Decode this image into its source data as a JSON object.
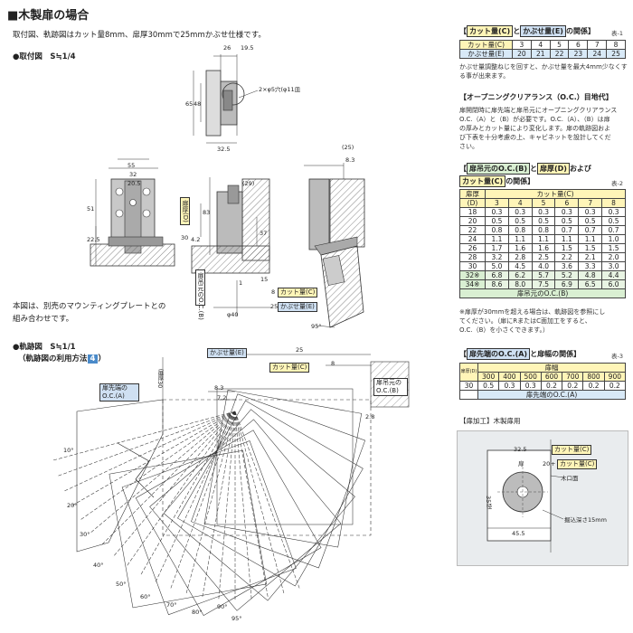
{
  "title": "■木製扉の場合",
  "description": "取付図、軌跡図はカット量8mm、扉厚30mmで25mmかぶせ仕様です。",
  "mount_heading": "●取付図　S≒1/4",
  "trajectory_heading": "●軌跡図　S≒1/1",
  "trajectory_sub": "（軌跡図の利用方法",
  "trajectory_badge": "4",
  "trajectory_close": "）",
  "mount_note_1": "本図は、別売のマウンティングプレートとの",
  "mount_note_2": "組み合わせです。",
  "labels": {
    "cut": "カット量(C)",
    "overlay": "かぶせ量(E)",
    "door_thickness": "扉厚(D)",
    "oc_b": "扉吊元のO.C.(B)",
    "oc_a": "扉先端の O.C.(A)",
    "door30": "扉厚30",
    "screw": "2×φ5穴(φ11皿",
    "phi40": "φ40",
    "deg95": "95°"
  },
  "mount_dims": [
    "26",
    "19.5",
    "65",
    "48",
    "32.5",
    "55",
    "32",
    "20.5",
    "51",
    "22.5",
    "30",
    "4.2",
    "83",
    "(29)",
    "37",
    "15",
    "(25)",
    "8.3",
    "8",
    "25",
    "1"
  ],
  "trajectory_dims": [
    "25",
    "8",
    "8.3",
    "7.2",
    "2.8",
    "10°",
    "20°",
    "30°",
    "40°",
    "50°",
    "60°",
    "70°",
    "80°",
    "90°",
    "95°"
  ],
  "table1": {
    "heading_pre": "【",
    "heading_c": "カット量(C)",
    "heading_mid": "と",
    "heading_e": "かぶせ量(E)",
    "heading_post": "の関係】",
    "ref": "表-1",
    "rows": [
      {
        "label": "カット量(C)",
        "values": [
          "3",
          "4",
          "5",
          "6",
          "7",
          "8"
        ]
      },
      {
        "label": "かぶせ量(E)",
        "values": [
          "20",
          "21",
          "22",
          "23",
          "24",
          "25"
        ]
      }
    ],
    "note": "かぶせ量調整ねじを回すと、かぶせ量を最大4mm少なくする事が出来ます。"
  },
  "clearance": {
    "heading": "【オープニングクリアランス（O.C.）目地代】",
    "lines": [
      "扉開閉時に扉先端と扉吊元にオープニングクリアランス",
      "O.C.（A）と（B）が必要です。O.C.（A）、（B）は扉",
      "の厚みとカット量により変化します。扉の軌跡図およ",
      "び下表を十分考慮の上、キャビネットを設計してくだ",
      "さい。"
    ]
  },
  "table2": {
    "heading_b": "扉吊元のO.C.(B)",
    "heading_to": "と",
    "heading_d": "扉厚(D)",
    "heading_and": "および",
    "heading_c": "カット量(C)",
    "heading_post": "の関係】",
    "ref": "表-2",
    "col_door": "扉厚",
    "col_door_unit": "(D)",
    "col_cut": "カット量(C)",
    "cuts": [
      "3",
      "4",
      "5",
      "6",
      "7",
      "8"
    ],
    "rows": [
      {
        "d": "18",
        "values": [
          "0.3",
          "0.3",
          "0.3",
          "0.3",
          "0.3",
          "0.3"
        ]
      },
      {
        "d": "20",
        "values": [
          "0.5",
          "0.5",
          "0.5",
          "0.5",
          "0.5",
          "0.5"
        ]
      },
      {
        "d": "22",
        "values": [
          "0.8",
          "0.8",
          "0.8",
          "0.7",
          "0.7",
          "0.7"
        ]
      },
      {
        "d": "24",
        "values": [
          "1.1",
          "1.1",
          "1.1",
          "1.1",
          "1.1",
          "1.0"
        ]
      },
      {
        "d": "26",
        "values": [
          "1.7",
          "1.6",
          "1.6",
          "1.5",
          "1.5",
          "1.5"
        ]
      },
      {
        "d": "28",
        "values": [
          "3.2",
          "2.8",
          "2.5",
          "2.2",
          "2.1",
          "2.0"
        ]
      },
      {
        "d": "30",
        "values": [
          "5.0",
          "4.5",
          "4.0",
          "3.6",
          "3.3",
          "3.0"
        ]
      },
      {
        "d": "32※",
        "values": [
          "6.8",
          "6.2",
          "5.7",
          "5.2",
          "4.8",
          "4.4"
        ]
      },
      {
        "d": "34※",
        "values": [
          "8.6",
          "8.0",
          "7.5",
          "6.9",
          "6.5",
          "6.0"
        ]
      }
    ],
    "footer": "扉吊元のO.C.(B)",
    "notes": [
      "※扉厚が30mmを超える場合は、軌跡図を参照にし",
      "てください。（扉にRまたはC面加工をすると、",
      "O.C.（B）を小さくできます。）"
    ]
  },
  "table3": {
    "heading_a": "扉先端のO.C.(A)",
    "heading_post": "と扉幅の関係】",
    "ref": "表-3",
    "corner": "扉厚(D)",
    "col_width": "扉幅",
    "widths": [
      "300",
      "400",
      "500",
      "600",
      "700",
      "800",
      "900"
    ],
    "row_d": "30",
    "values": [
      "0.5",
      "0.3",
      "0.3",
      "0.2",
      "0.2",
      "0.2",
      "0.2"
    ],
    "footer": "扉先端のO.C.(A)"
  },
  "processing": {
    "heading": "【扉加工】木製扉用",
    "d1": "32.5",
    "d2": "20",
    "d3": "45.5",
    "plus": "+",
    "cut": "カット量(C)",
    "door": "扉",
    "wood_edge": "木口面",
    "depth": "掘込深さ15mm",
    "side_label": "35径"
  },
  "colors": {
    "blue_tag": "#cfe0f2",
    "yellow_tag": "#fff5b8",
    "green_tag": "#d9efd2",
    "table_header": "#d8e9f7",
    "badge": "#4a8ac9"
  }
}
